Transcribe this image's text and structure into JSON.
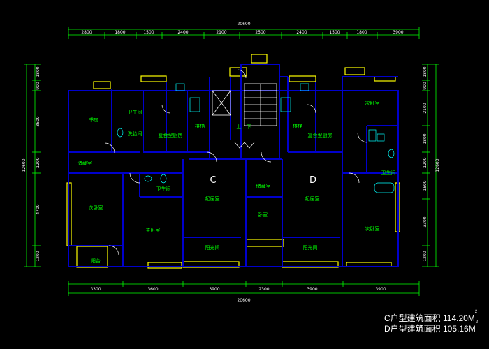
{
  "colors": {
    "background": "#000000",
    "wall": "#0000cc",
    "dimension": "#00ff00",
    "window": "#ffff00",
    "room_label": "#00ff00",
    "text": "#ffffff",
    "fixture": "#00ffff"
  },
  "dimensions": {
    "top_total": "20600",
    "top_segments": [
      "2800",
      "1800",
      "1500",
      "2400",
      "2100",
      "2500",
      "2400",
      "1500",
      "1800",
      "3900"
    ],
    "bottom_segments": [
      "3300",
      "3600",
      "3900",
      "2300",
      "3900",
      "3900"
    ],
    "bottom_total": "20600",
    "left_total": "12600",
    "left_segments": [
      "1800",
      "900",
      "3600",
      "1200",
      "4700",
      "1200"
    ],
    "right_total": "12600",
    "right_segments": [
      "1800",
      "900",
      "2100",
      "1800",
      "1200",
      "1600",
      "3300",
      "1200"
    ]
  },
  "units": {
    "c_label": "C",
    "d_label": "D"
  },
  "rooms": {
    "study": "书房",
    "bath_c1": "卫生间",
    "wash_c": "洗脸间",
    "kitchen_c": "复合型厨房",
    "stair_c": "楼梯",
    "storage_c": "储藏室",
    "bedroom_c2": "次卧室",
    "bath_c2": "卫生间",
    "living_c": "起居室",
    "master_c": "主卧室",
    "balcony_c1": "阳台",
    "balcony_c2": "阳光间",
    "stair_d": "楼梯",
    "kitchen_d": "复合型厨房",
    "bedroom_d1": "次卧室",
    "storage_d": "储藏室",
    "living_d": "起居室",
    "bath_d": "卫生间",
    "bedroom_d2": "次卧室",
    "master_d": "卧室",
    "sunroom_d": "阳光间",
    "stairs_up": "上",
    "stairs_down": "下"
  },
  "areas": {
    "c_text": "C户型建筑面积 114.20M",
    "c_sup": "2",
    "d_text": "D户型建筑面积 105.16M",
    "d_sup": "2"
  }
}
